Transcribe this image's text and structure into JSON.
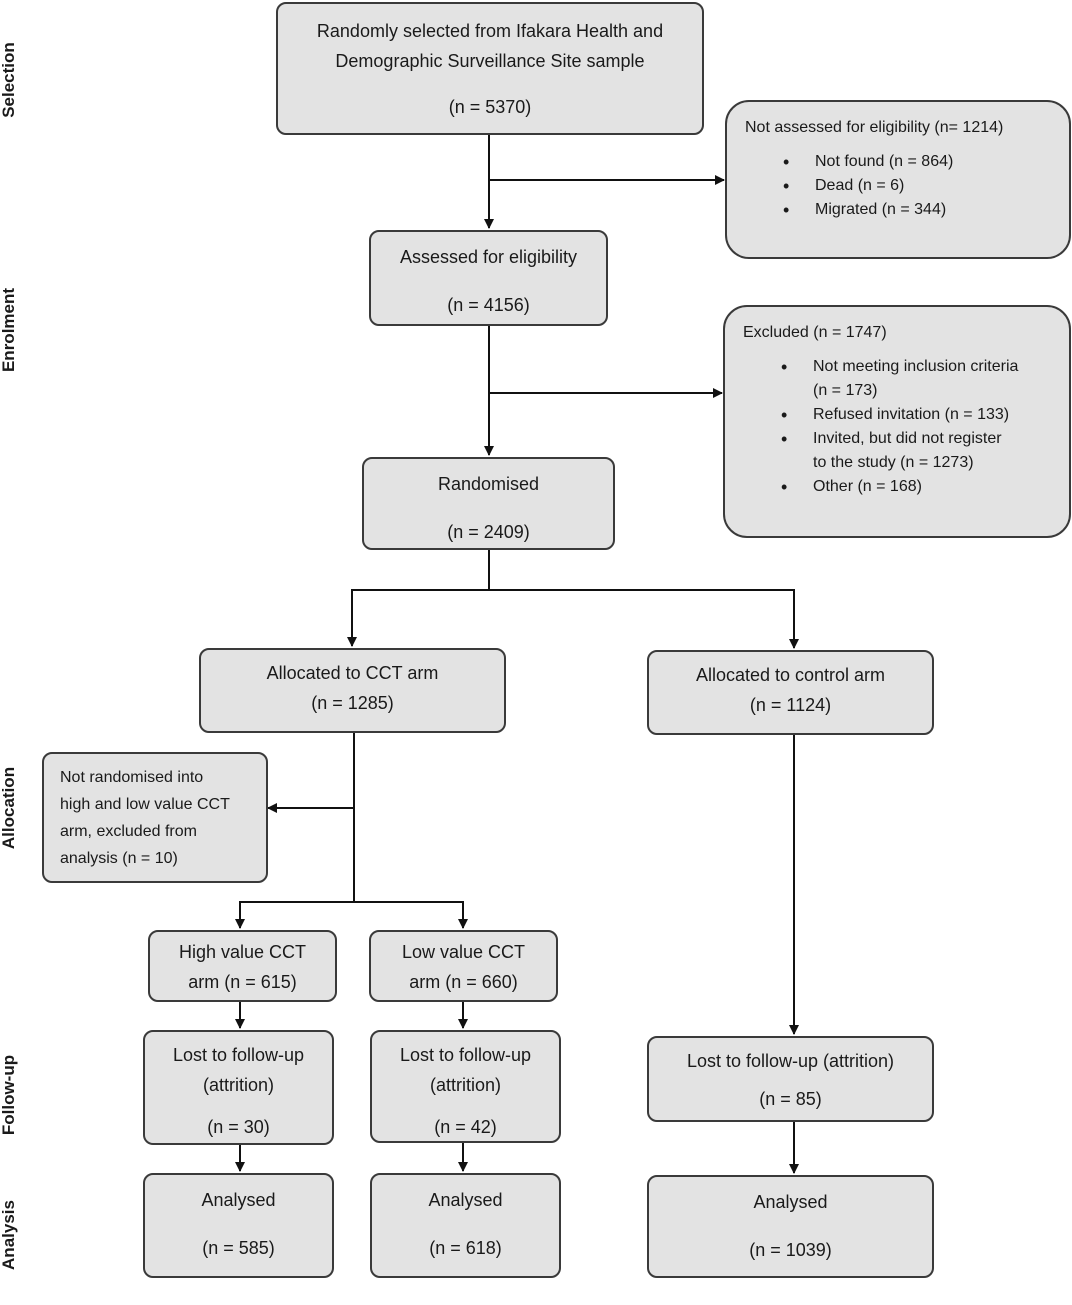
{
  "stages": {
    "selection": "Selection",
    "enrolment": "Enrolment",
    "allocation": "Allocation",
    "followup": "Follow-up",
    "analysis": "Analysis"
  },
  "selected": {
    "line1": "Randomly selected from Ifakara Health and",
    "line2": "Demographic Surveillance Site sample",
    "n": "(n = 5370)"
  },
  "not_assessed": {
    "title": "Not assessed for eligibility (n= 1214)",
    "items": [
      "Not found (n = 864)",
      "Dead (n = 6)",
      "Migrated (n = 344)"
    ]
  },
  "assessed": {
    "title": "Assessed for eligibility",
    "n": "(n = 4156)"
  },
  "excluded": {
    "title": "Excluded (n = 1747)",
    "items": [
      "Not meeting inclusion criteria",
      "(n = 173)",
      "Refused invitation (n = 133)",
      "Invited, but did not register",
      "to the   study (n = 1273)",
      "Other (n = 168)"
    ]
  },
  "randomised": {
    "title": "Randomised",
    "n": "(n = 2409)"
  },
  "cct_arm": {
    "title": "Allocated to CCT arm",
    "n": "(n = 1285)"
  },
  "control_arm": {
    "title": "Allocated to control arm",
    "n": "(n = 1124)"
  },
  "not_randomised": {
    "lines": [
      "Not randomised into",
      "high and low value CCT",
      "arm, excluded from",
      "analysis (n = 10)"
    ]
  },
  "high_cct": {
    "line1": "High value CCT",
    "line2": "arm (n = 615)"
  },
  "low_cct": {
    "line1": "Low value CCT",
    "line2": "arm (n = 660)"
  },
  "lost_high": {
    "line1": "Lost to follow-up",
    "line2": "(attrition)",
    "n": "(n = 30)"
  },
  "lost_low": {
    "line1": "Lost to follow-up",
    "line2": "(attrition)",
    "n": "(n = 42)"
  },
  "lost_control": {
    "title": "Lost to follow-up (attrition)",
    "n": "(n = 85)"
  },
  "analysed_high": {
    "title": "Analysed",
    "n": "(n = 585)"
  },
  "analysed_low": {
    "title": "Analysed",
    "n": "(n = 618)"
  },
  "analysed_control": {
    "title": "Analysed",
    "n": "(n = 1039)"
  }
}
